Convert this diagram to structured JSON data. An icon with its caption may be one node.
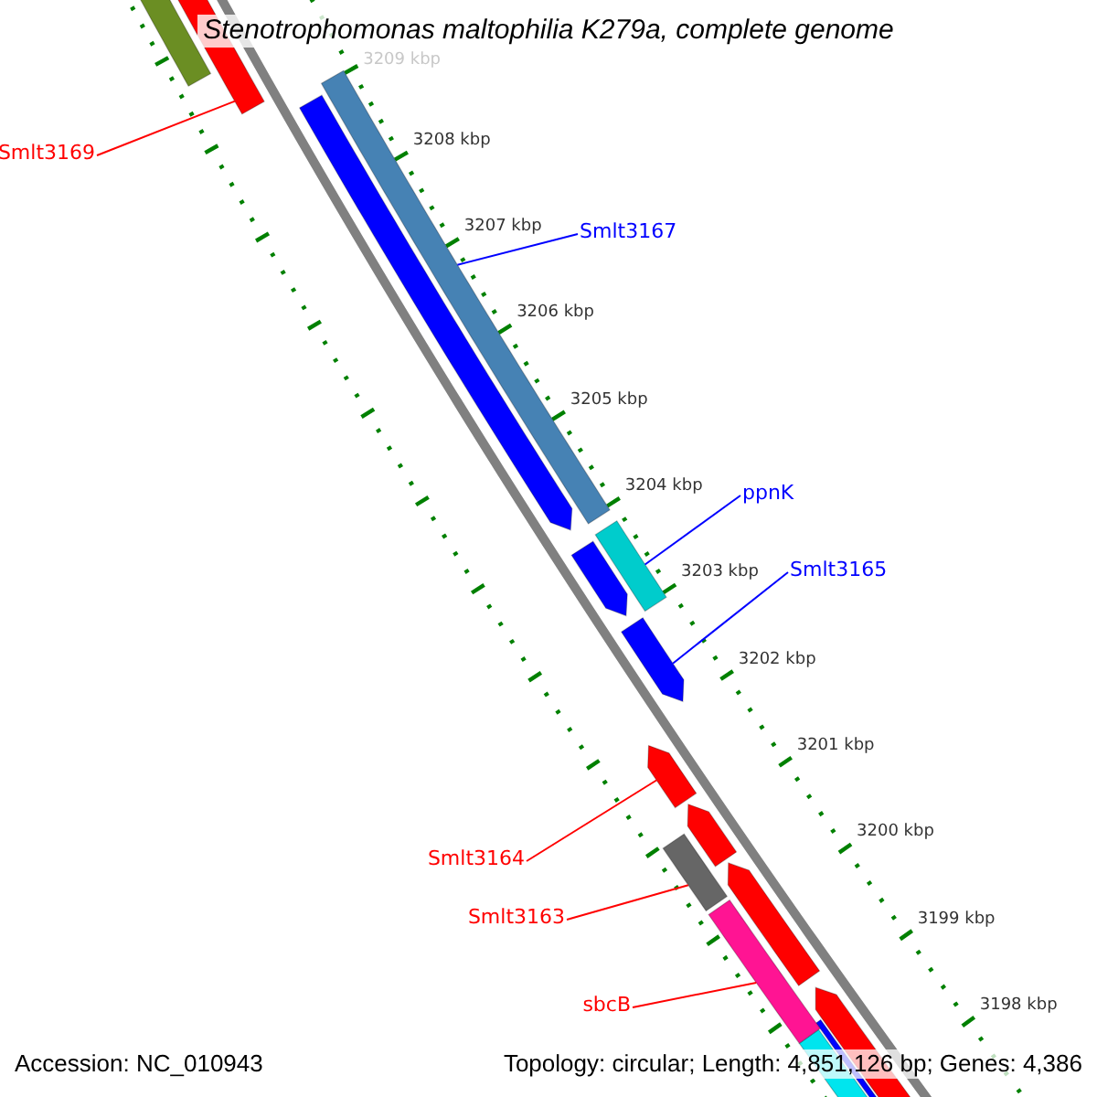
{
  "diagram": {
    "title": "Stenotrophomonas maltophilia K279a, complete genome",
    "nodes": [
      {
        "text": [
          "Smlt3169"
        ]
      },
      {
        "text": [],
        "shape": "bar"
      },
      {
        "text": [
          "Smlt3167"
        ]
      },
      {
        "text": [],
        "shape": "bar"
      },
      {
        "text": [
          "ppnK"
        ]
      },
      {
        "text": [],
        "shape": "bar"
      },
      {
        "text": [
          "Smlt3165"
        ]
      },
      {
        "text": [],
        "shape": "bar"
      },
      {
        "text": [
          "Smlt3164"
        ]
      },
      {
        "text": [],
        "shape": "bar"
      },
      {
        "text": [
          "Smlt3163"
        ]
      },
      {
        "text": [],
        "shape": "bar"
      },
      {
        "text": [
          "sbcB"
        ]
      },
      {
        "text": [],
        "shape": "bar"
      }
    ],
    "edges": [
      {
        "from": 0,
        "to": 1,
        "arrow": "none",
        "color": "#ff0000"
      },
      {
        "from": 2,
        "to": 3,
        "arrow": "none",
        "color": "#0000ff"
      },
      {
        "from": 4,
        "to": 5,
        "arrow": "none",
        "color": "#0000ff"
      },
      {
        "from": 6,
        "to": 7,
        "arrow": "none",
        "color": "#0000ff"
      },
      {
        "from": 8,
        "to": 9,
        "arrow": "none",
        "color": "#ff0000"
      },
      {
        "from": 10,
        "to": 11,
        "arrow": "none",
        "color": "#ff0000"
      },
      {
        "from": 12,
        "to": 13,
        "arrow": "none",
        "color": "#ff0000"
      }
    ],
    "labels": [
      "3209 kbp",
      "3208 kbp",
      "3207 kbp",
      "3206 kbp",
      "3205 kbp",
      "3204 kbp",
      "3203 kbp",
      "3202 kbp",
      "3201 kbp",
      "3200 kbp",
      "3199 kbp",
      "3198 kbp",
      "Accession: NC_010943",
      "Topology: circular; Length: 4,851,126 bp; Genes: 4,386"
    ]
  }
}
